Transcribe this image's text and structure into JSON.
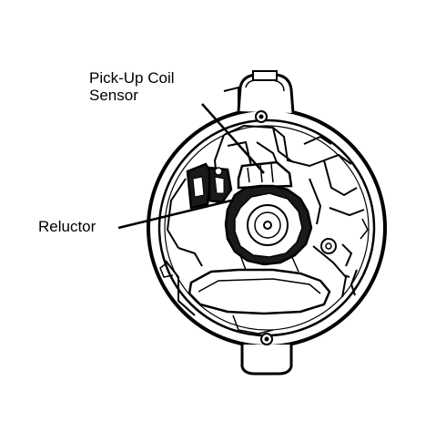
{
  "labels": {
    "pickup_coil_line1": "Pick-Up Coil",
    "pickup_coil_line2": "Sensor",
    "reluctor": "Reluctor"
  },
  "colors": {
    "ink": "#000000",
    "paper": "#ffffff",
    "shade": "#1a1a1a"
  }
}
